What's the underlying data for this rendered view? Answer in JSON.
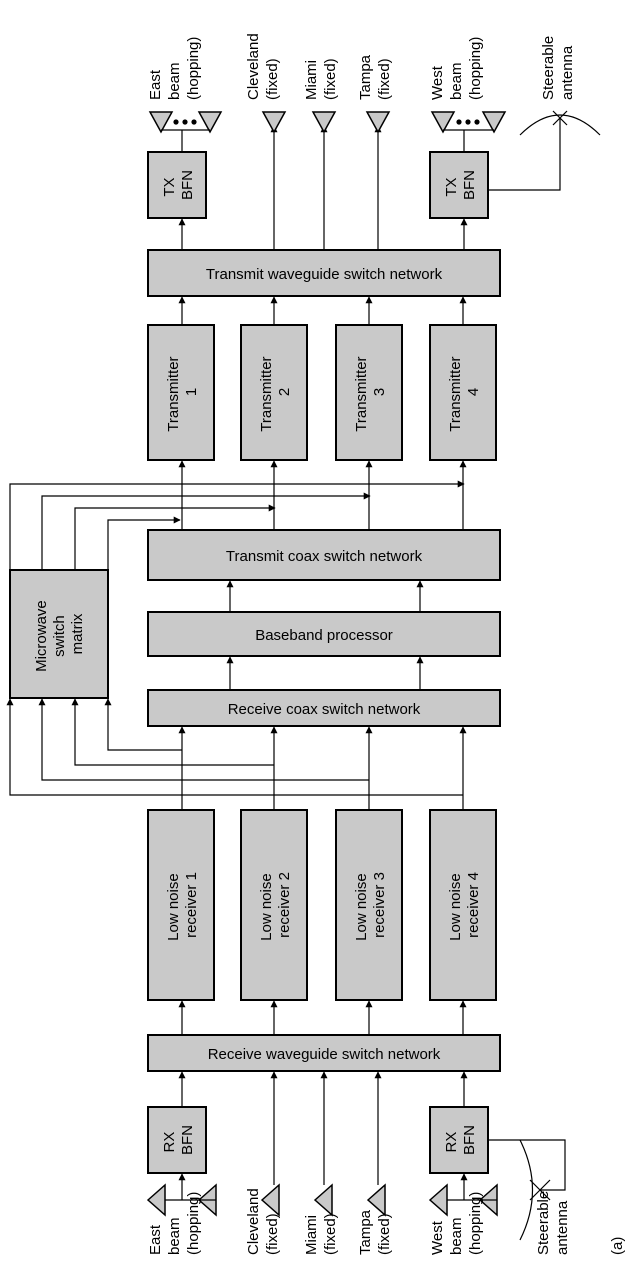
{
  "diagram": {
    "receive_waveguide": "Receive waveguide switch network",
    "receive_coax": "Receive coax switch network",
    "baseband": "Baseband processor",
    "transmit_coax": "Transmit coax switch network",
    "transmit_waveguide": "Transmit waveguide switch network",
    "microwave_matrix": [
      "Microwave",
      "switch",
      "matrix"
    ],
    "rx_bfn": [
      "RX",
      "BFN"
    ],
    "tx_bfn": [
      "TX",
      "BFN"
    ],
    "receivers": [
      [
        "Low noise",
        "receiver 1"
      ],
      [
        "Low noise",
        "receiver 2"
      ],
      [
        "Low noise",
        "receiver 3"
      ],
      [
        "Low noise",
        "receiver 4"
      ]
    ],
    "transmitters": [
      [
        "Transmitter",
        "1"
      ],
      [
        "Transmitter",
        "2"
      ],
      [
        "Transmitter",
        "3"
      ],
      [
        "Transmitter",
        "4"
      ]
    ],
    "antenna_labels": {
      "east": [
        "East",
        "beam",
        "(hopping)"
      ],
      "cleveland": [
        "Cleveland",
        "(fixed)"
      ],
      "miami": [
        "Miami",
        "(fixed)"
      ],
      "tampa": [
        "Tampa",
        "(fixed)"
      ],
      "west": [
        "West",
        "beam",
        "(hopping)"
      ],
      "steerable": [
        "Steerable",
        "antenna"
      ]
    },
    "figure_label": "(a)"
  }
}
